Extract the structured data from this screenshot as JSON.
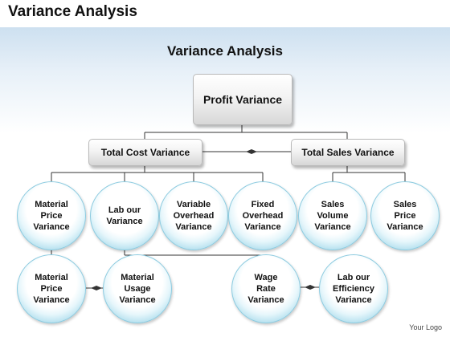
{
  "slide_title": "Variance Analysis",
  "diagram_title": "Variance Analysis",
  "nodes": {
    "profit": "Profit Variance",
    "total_cost": "Total Cost Variance",
    "total_sales": "Total Sales Variance",
    "material_price": "Material\nPrice\nVariance",
    "labour": "Lab our\nVariance",
    "variable_overhead": "Variable\nOverhead\nVariance",
    "fixed_overhead": "Fixed\nOverhead\nVariance",
    "sales_volume": "Sales\nVolume\nVariance",
    "sales_price": "Sales\nPrice\nVariance",
    "material_price_2": "Material\nPrice\nVariance",
    "material_usage": "Material\nUsage\nVariance",
    "wage_rate": "Wage\nRate\nVariance",
    "labour_efficiency": "Lab our\nEfficiency\nVariance"
  },
  "footer": {
    "logo": "Your Logo"
  },
  "colors": {
    "connector": "#333333",
    "bubble_edge": "#6fbcd9",
    "box_shade": "#d7d7d7"
  }
}
